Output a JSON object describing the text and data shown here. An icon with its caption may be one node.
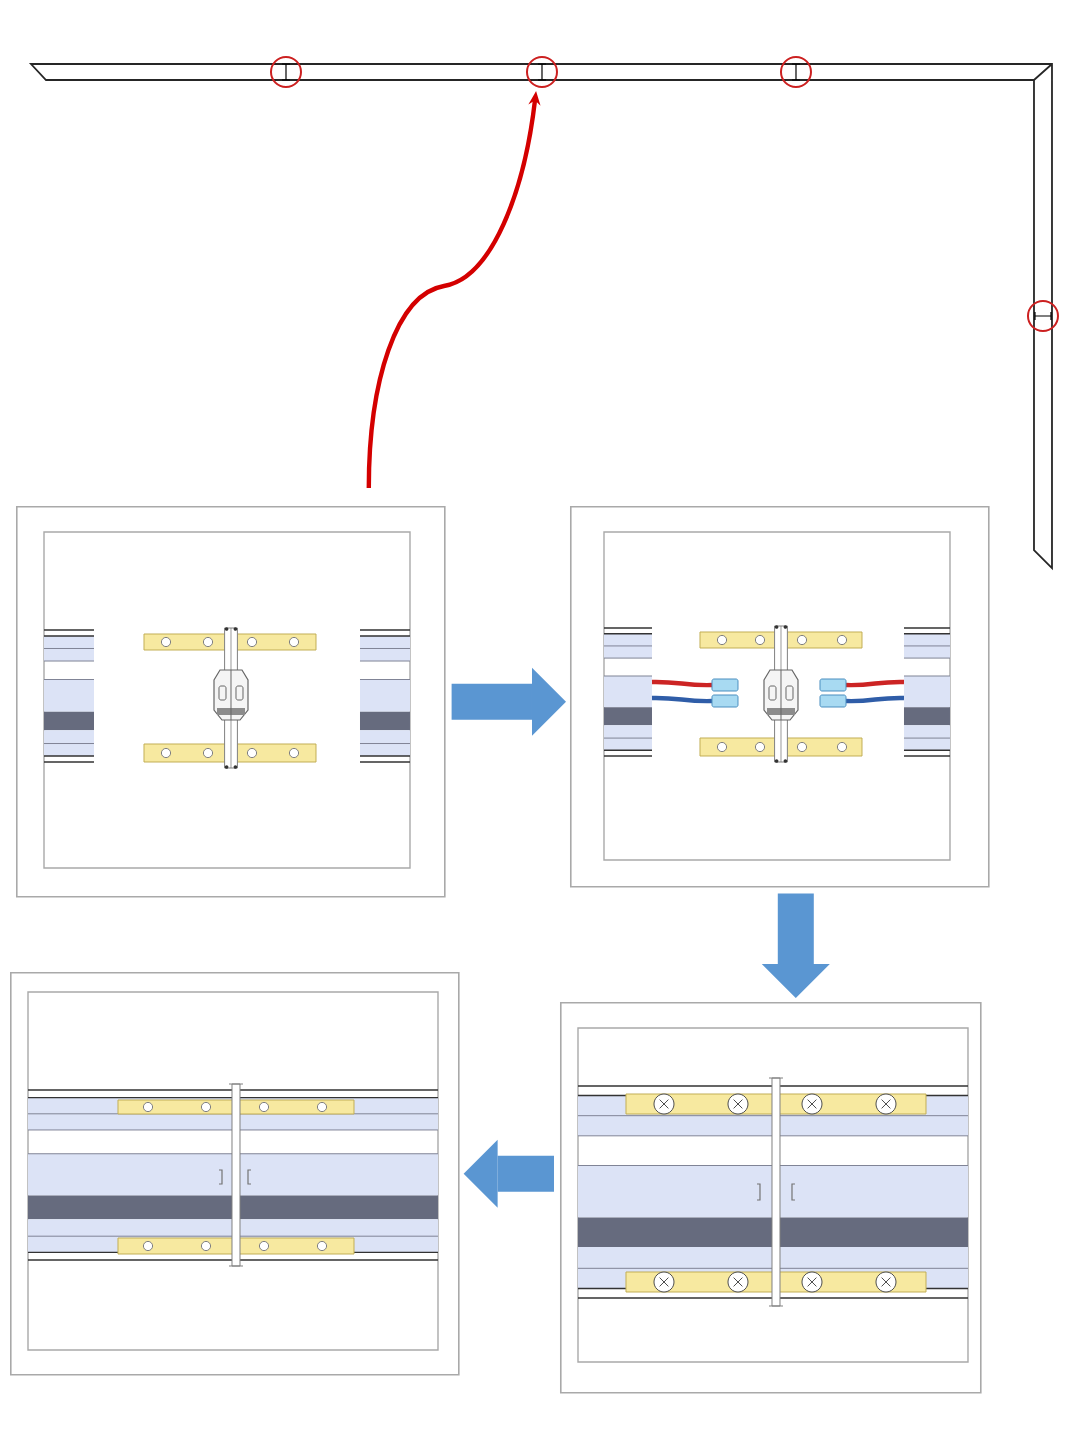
{
  "diagram": {
    "nodes": [
      {
        "text": [],
        "shape": "circle"
      },
      {
        "text": [],
        "shape": "circle"
      },
      {
        "text": [],
        "shape": "circle"
      },
      {
        "text": [],
        "shape": "circle"
      },
      {
        "text": [],
        "shape": "picture"
      },
      {
        "text": [],
        "shape": "picture"
      },
      {
        "text": [],
        "shape": "picture"
      },
      {
        "text": [],
        "shape": "picture"
      }
    ],
    "edges": [
      {
        "from": 4,
        "to": 1,
        "arrow": "to",
        "color": "#d40000"
      },
      {
        "from": 4,
        "to": 5,
        "arrow": "to"
      },
      {
        "from": 5,
        "to": 7,
        "arrow": "to"
      },
      {
        "from": 7,
        "to": 6,
        "arrow": "to"
      }
    ]
  }
}
